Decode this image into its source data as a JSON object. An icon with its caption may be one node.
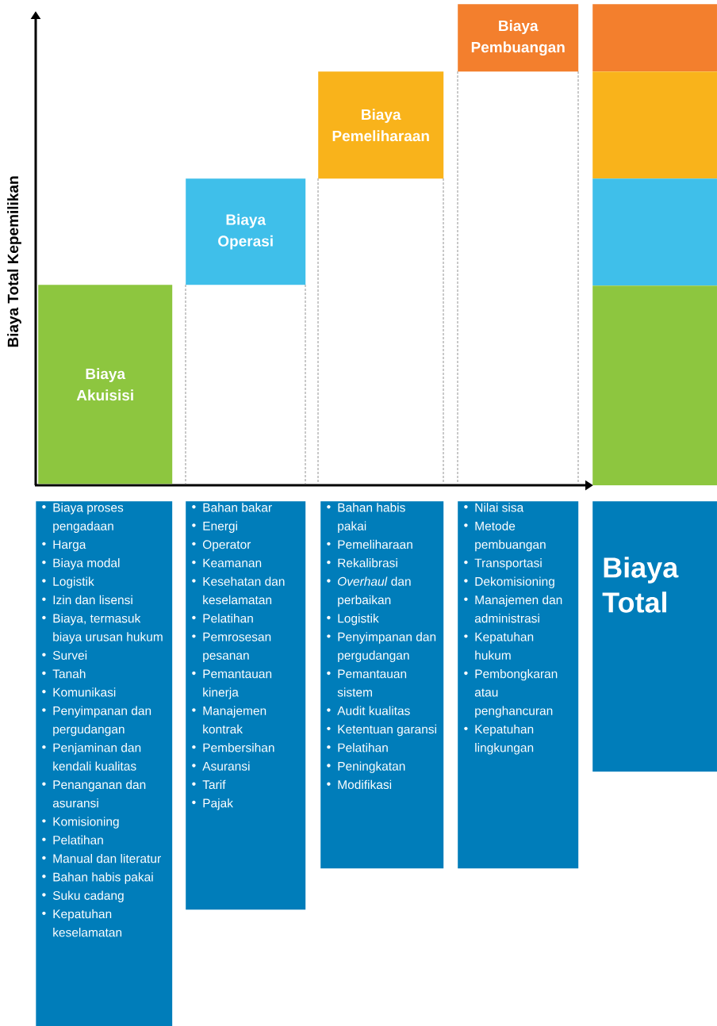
{
  "diagram": {
    "nodes": [
      {
        "text": [
          "Biaya Akuisisi"
        ]
      },
      {
        "text": [
          "Biaya Operasi"
        ]
      },
      {
        "text": [
          "Biaya Pemeliharaan"
        ]
      },
      {
        "text": [
          "Biaya Pembuangan"
        ]
      },
      {
        "text": [],
        "shape": "bar"
      },
      {
        "text": [],
        "shape": "bar"
      },
      {
        "text": [],
        "shape": "bar"
      },
      {
        "text": [],
        "shape": "bar"
      },
      {
        "text": [
          "Biaya proses pengadaan",
          "Harga",
          "Biaya modal",
          "Logistik",
          "Izin dan lisensi",
          "Biaya, termasuk biaya urusan hukum",
          "Survei",
          "Tanah",
          "Komunikasi",
          "Penyimpanan dan pergudangan",
          "Penjaminan dan kendali kualitas",
          "Penanganan dan asuransi",
          "Komisioning",
          "Pelatihan",
          "Manual dan literatur",
          "Bahan habis pakai",
          "Suku cadang",
          "Kepatuhan keselamatan"
        ]
      },
      {
        "text": [
          "Bahan bakar",
          "Energi",
          "Operator",
          "Keamanan",
          "Kesehatan dan keselamatan",
          "Pelatihan",
          "Pemrosesan pesanan",
          "Pemantauan kinerja",
          "Manajemen kontrak",
          "Pembersihan",
          "Asuransi",
          "Tarif",
          "Pajak"
        ]
      },
      {
        "text": [
          "Bahan habis pakai",
          "Pemeliharaan",
          "Rekalibrasi",
          "*Overhaul* dan perbaikan",
          "Logistik",
          "Penyimpanan dan pergudangan",
          "Pemantauan sistem",
          "Audit kualitas",
          "Ketentuan garansi",
          "Pelatihan",
          "Peningkatan",
          "Modifikasi"
        ]
      },
      {
        "text": [
          "Nilai sisa",
          "Metode pembuangan",
          "Transportasi",
          "Dekomisioning",
          "Manajemen dan administrasi",
          "Kepatuhan hukum",
          "Pembongkaran atau penghancuran",
          "Kepatuhan lingkungan"
        ]
      },
      {
        "text": [
          "Biaya Total"
        ]
      }
    ],
    "labels": [
      "Biaya Total Kepemilikan"
    ]
  }
}
